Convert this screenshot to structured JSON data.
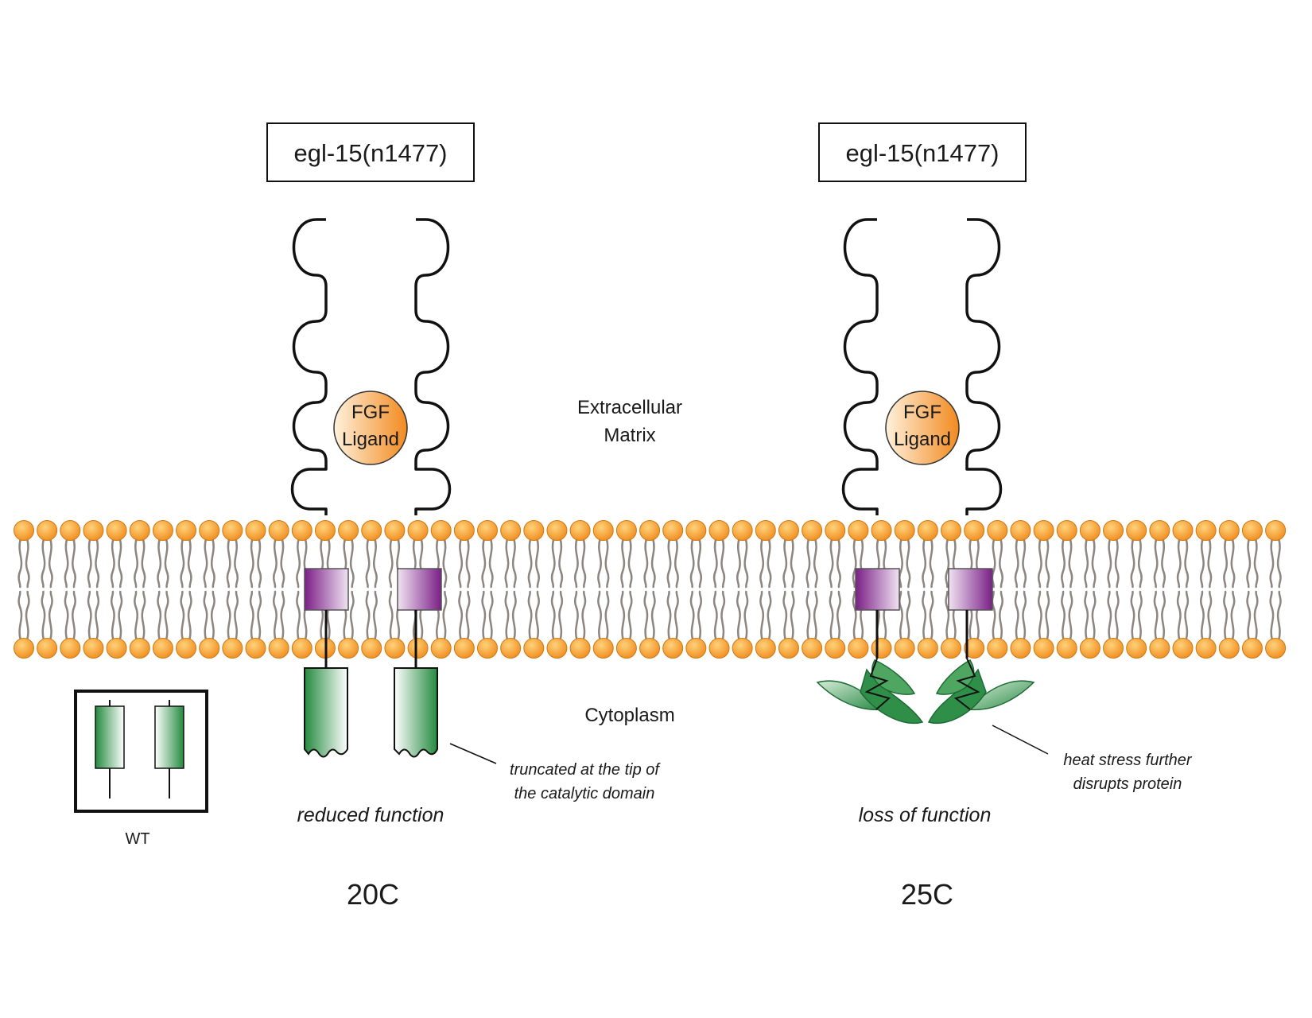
{
  "left_panel": {
    "allele_label": "egl-15(n1477)",
    "ligand_line1": "FGF",
    "ligand_line2": "Ligand",
    "note_line1": "truncated at the tip of",
    "note_line2": "the catalytic domain",
    "function_label": "reduced function",
    "temperature": "20C"
  },
  "right_panel": {
    "allele_label": "egl-15(n1477)",
    "ligand_line1": "FGF",
    "ligand_line2": "Ligand",
    "note_line1": "heat stress further",
    "note_line2": "disrupts protein",
    "function_label": "loss of function",
    "temperature": "25C"
  },
  "regions": {
    "extracellular_line1": "Extracellular",
    "extracellular_line2": "Matrix",
    "cytoplasm": "Cytoplasm"
  },
  "wt_inset": {
    "label": "WT"
  },
  "colors": {
    "lipid_head": "#f5a23a",
    "receptor_green": "#2e8b45",
    "transmembrane_purple": "#7b2d86",
    "ligand_orange": "#f3922c"
  }
}
